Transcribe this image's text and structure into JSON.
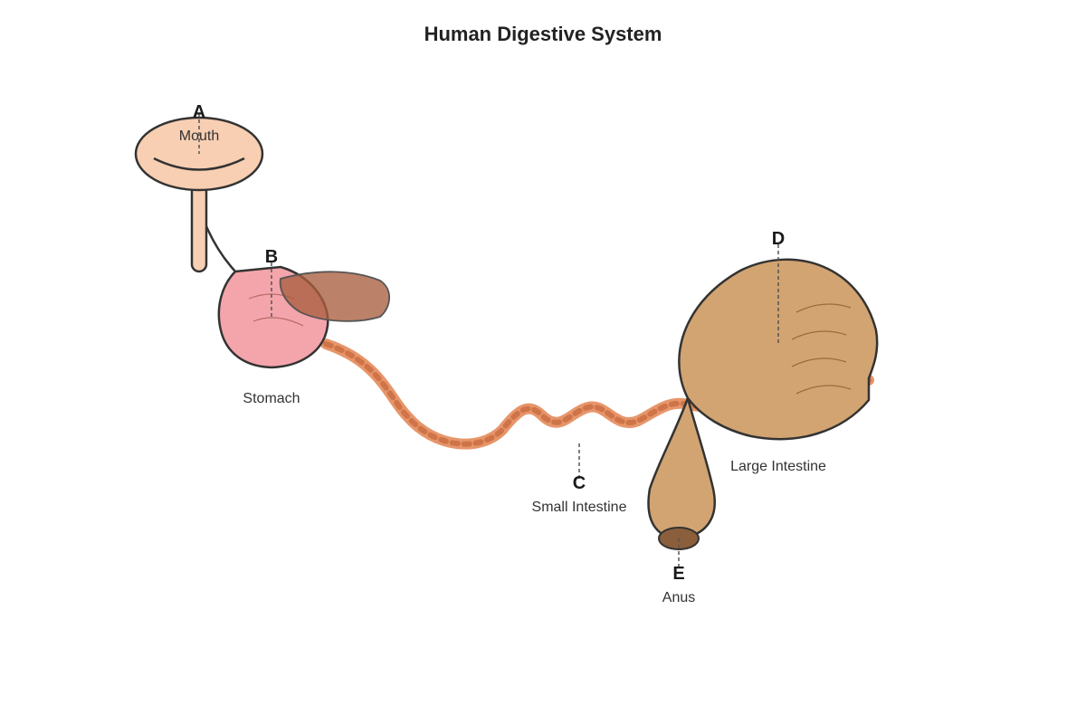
{
  "title": "Human Digestive System",
  "colors": {
    "mouth": "#f8cfb2",
    "stomach": "#f4a5ab",
    "liver": "#a95e3f",
    "small_intestine": "#e7956a",
    "small_intestine_dots": "#cf7448",
    "large_intestine": "#d2a472",
    "anus": "#8b5e3c",
    "outline": "#333333"
  },
  "parts": [
    {
      "letter": "A",
      "name": "Mouth"
    },
    {
      "letter": "B",
      "name": "Stomach"
    },
    {
      "letter": "C",
      "name": "Small Intestine"
    },
    {
      "letter": "D",
      "name": "Large Intestine"
    },
    {
      "letter": "E",
      "name": "Anus"
    }
  ]
}
